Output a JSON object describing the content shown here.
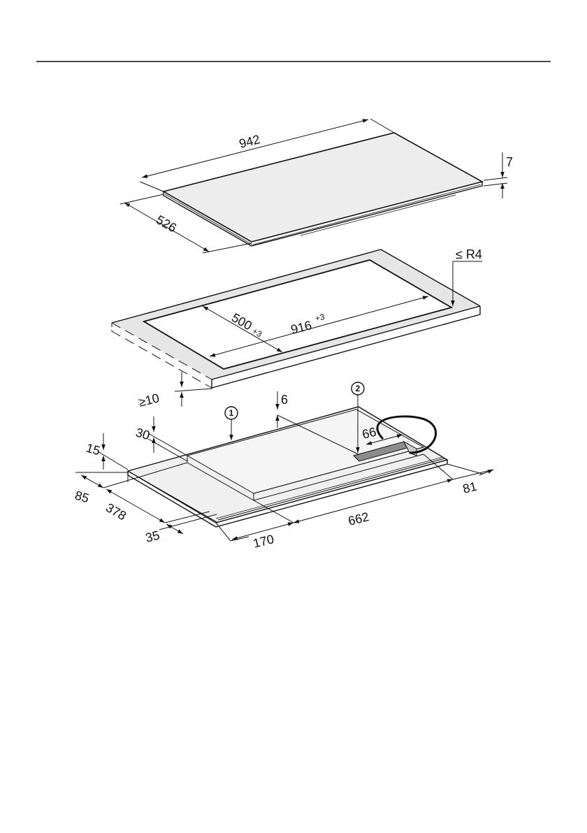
{
  "labels": {
    "hob_length": "942",
    "hob_thickness": "7",
    "hob_depth": "526",
    "corner_radius": "≤ R4",
    "cutout_depth": "500",
    "cutout_depth_tol": "+3",
    "cutout_length": "916",
    "cutout_length_tol": "+3",
    "min_worktop": "≥10",
    "gap_6": "6",
    "callout_1": "1",
    "callout_2": "2",
    "dim_66": "66",
    "dim_30": "30",
    "dim_15": "15",
    "dim_85": "85",
    "dim_378": "378",
    "dim_35": "35",
    "dim_662": "662",
    "dim_170": "170",
    "dim_81": "81"
  },
  "colors": {
    "line": "#111111",
    "surface": "#ededed",
    "frame": "#e6e6e6",
    "terminal": "#8c8c8c"
  }
}
